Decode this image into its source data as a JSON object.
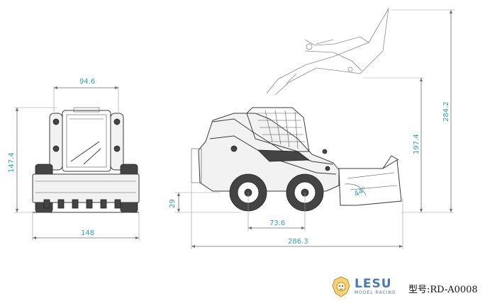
{
  "dimensions": {
    "front_top_width": "94.6",
    "front_height": "147.4",
    "front_bottom_width": "148",
    "side_ground_clearance": "29",
    "side_wheelbase": "73.6",
    "side_total_length": "286.3",
    "side_working_height": "197.4",
    "side_max_height": "284.2",
    "side_angle": "44°"
  },
  "brand": {
    "name": "LESU",
    "subtitle": "MODEL RACING",
    "logo_icon": "lion-head-icon"
  },
  "model_label": "型号:RD-A0008",
  "colors": {
    "dimension_text": "#2aa3b8",
    "brand": "#4a78b8",
    "line": "#3a3a3a"
  }
}
